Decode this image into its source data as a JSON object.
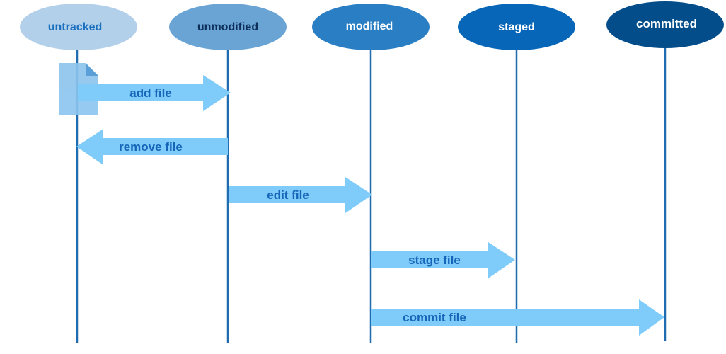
{
  "states": [
    {
      "id": "untracked",
      "label": "untracked",
      "fill": "#b3d0ea",
      "text_color": "#1a6fbf"
    },
    {
      "id": "unmodified",
      "label": "unmodified",
      "fill": "#6aa4d5",
      "text_color": "#0d2f5a"
    },
    {
      "id": "modified",
      "label": "modified",
      "fill": "#2a7fc4",
      "text_color": "#ffffff"
    },
    {
      "id": "staged",
      "label": "staged",
      "fill": "#0766b8",
      "text_color": "#ffffff"
    },
    {
      "id": "committed",
      "label": "committed",
      "fill": "#034d8a",
      "text_color": "#ffffff"
    }
  ],
  "transitions": [
    {
      "id": "add-file",
      "label": "add file",
      "from": "untracked",
      "to": "unmodified"
    },
    {
      "id": "remove-file",
      "label": "remove file",
      "from": "unmodified",
      "to": "untracked"
    },
    {
      "id": "edit-file",
      "label": "edit file",
      "from": "unmodified",
      "to": "modified"
    },
    {
      "id": "stage-file",
      "label": "stage file",
      "from": "modified",
      "to": "staged"
    },
    {
      "id": "commit-file",
      "label": "commit file",
      "from": "modified",
      "to": "committed"
    }
  ],
  "colors": {
    "lifeline": "#1f6db0",
    "arrow": "#7fcbfa",
    "arrow_text": "#1565b8",
    "file_icon": "#8cc4ee",
    "file_icon_fold": "#4a95d4"
  }
}
